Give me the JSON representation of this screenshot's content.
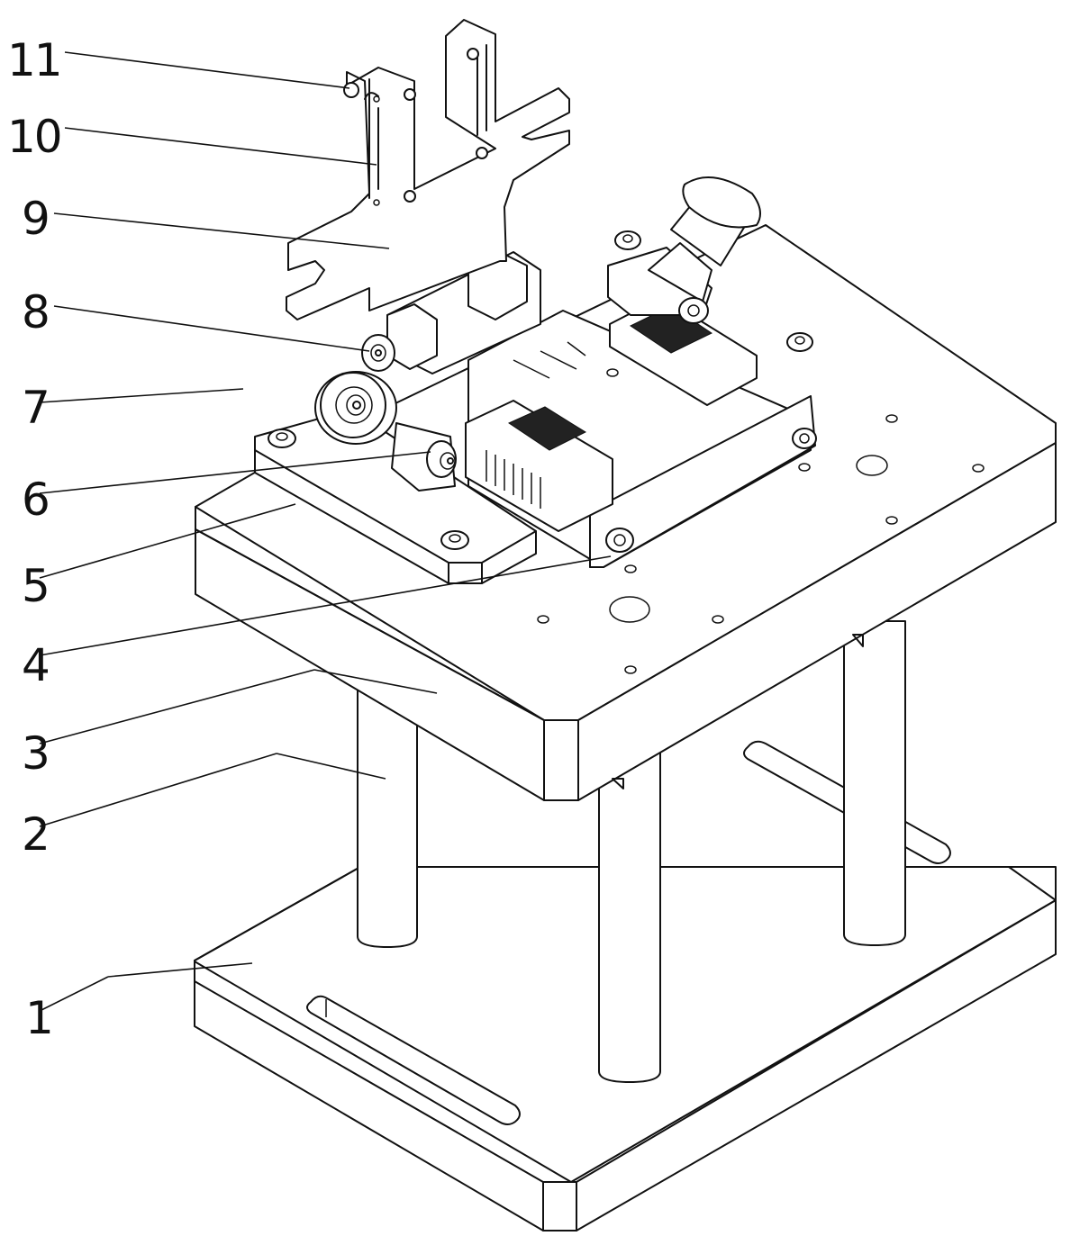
{
  "figure": {
    "type": "patent perspective drawing",
    "stroke_color": "#111111",
    "background_color": "#ffffff"
  },
  "callouts": [
    {
      "label": "1",
      "part": "base-plate"
    },
    {
      "label": "2",
      "part": "guide-column"
    },
    {
      "label": "3",
      "part": "upper-plate"
    },
    {
      "label": "4",
      "part": "fixture-block"
    },
    {
      "label": "5",
      "part": "mount-block"
    },
    {
      "label": "6",
      "part": "roller-shaft"
    },
    {
      "label": "7",
      "part": "roller-wheel"
    },
    {
      "label": "8",
      "part": "cylinder-end"
    },
    {
      "label": "9",
      "part": "bracket-plate"
    },
    {
      "label": "10",
      "part": "slot-plate"
    },
    {
      "label": "11",
      "part": "top-screw"
    }
  ]
}
